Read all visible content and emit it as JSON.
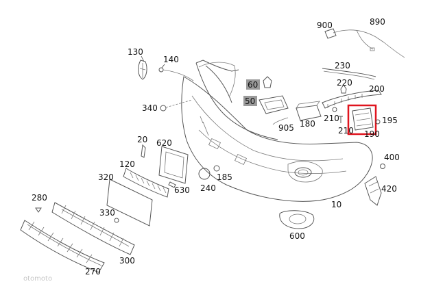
{
  "highlight_color": "#e0141e",
  "callouts": {
    "p10": "10",
    "p20": "20",
    "p50": "50",
    "p60": "60",
    "p120": "120",
    "p130": "130",
    "p140": "140",
    "p180": "180",
    "p185": "185",
    "p190": "190",
    "p195": "195",
    "p200": "200",
    "p210a": "210",
    "p210b": "210",
    "p220": "220",
    "p230": "230",
    "p240": "240",
    "p270": "270",
    "p280": "280",
    "p300": "300",
    "p320": "320",
    "p330": "330",
    "p340": "340",
    "p400": "400",
    "p420": "420",
    "p600": "600",
    "p620": "620",
    "p630": "630",
    "p890": "890",
    "p900": "900",
    "p905": "905"
  },
  "watermark": "otomoto"
}
